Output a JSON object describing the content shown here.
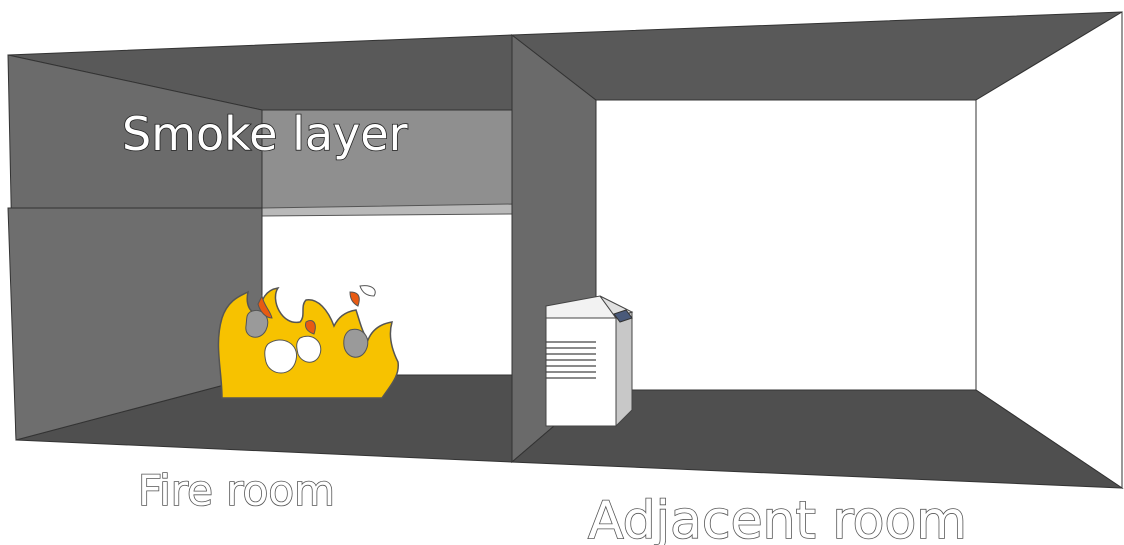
{
  "labels": {
    "smoke_layer": "Smoke layer",
    "fire_room": "Fire room",
    "adjacent_room": "Adjacent room"
  },
  "colors": {
    "wall_dark": "#5e5e5e",
    "wall_mid": "#7a7a7a",
    "ceiling": "#595959",
    "floor": "#4f4f4f",
    "smoke": "#8e8e8e",
    "flame_yellow": "#f7c200",
    "flame_light": "#ffe200",
    "flame_tip": "#e85a12",
    "device_body": "#ffffff"
  }
}
